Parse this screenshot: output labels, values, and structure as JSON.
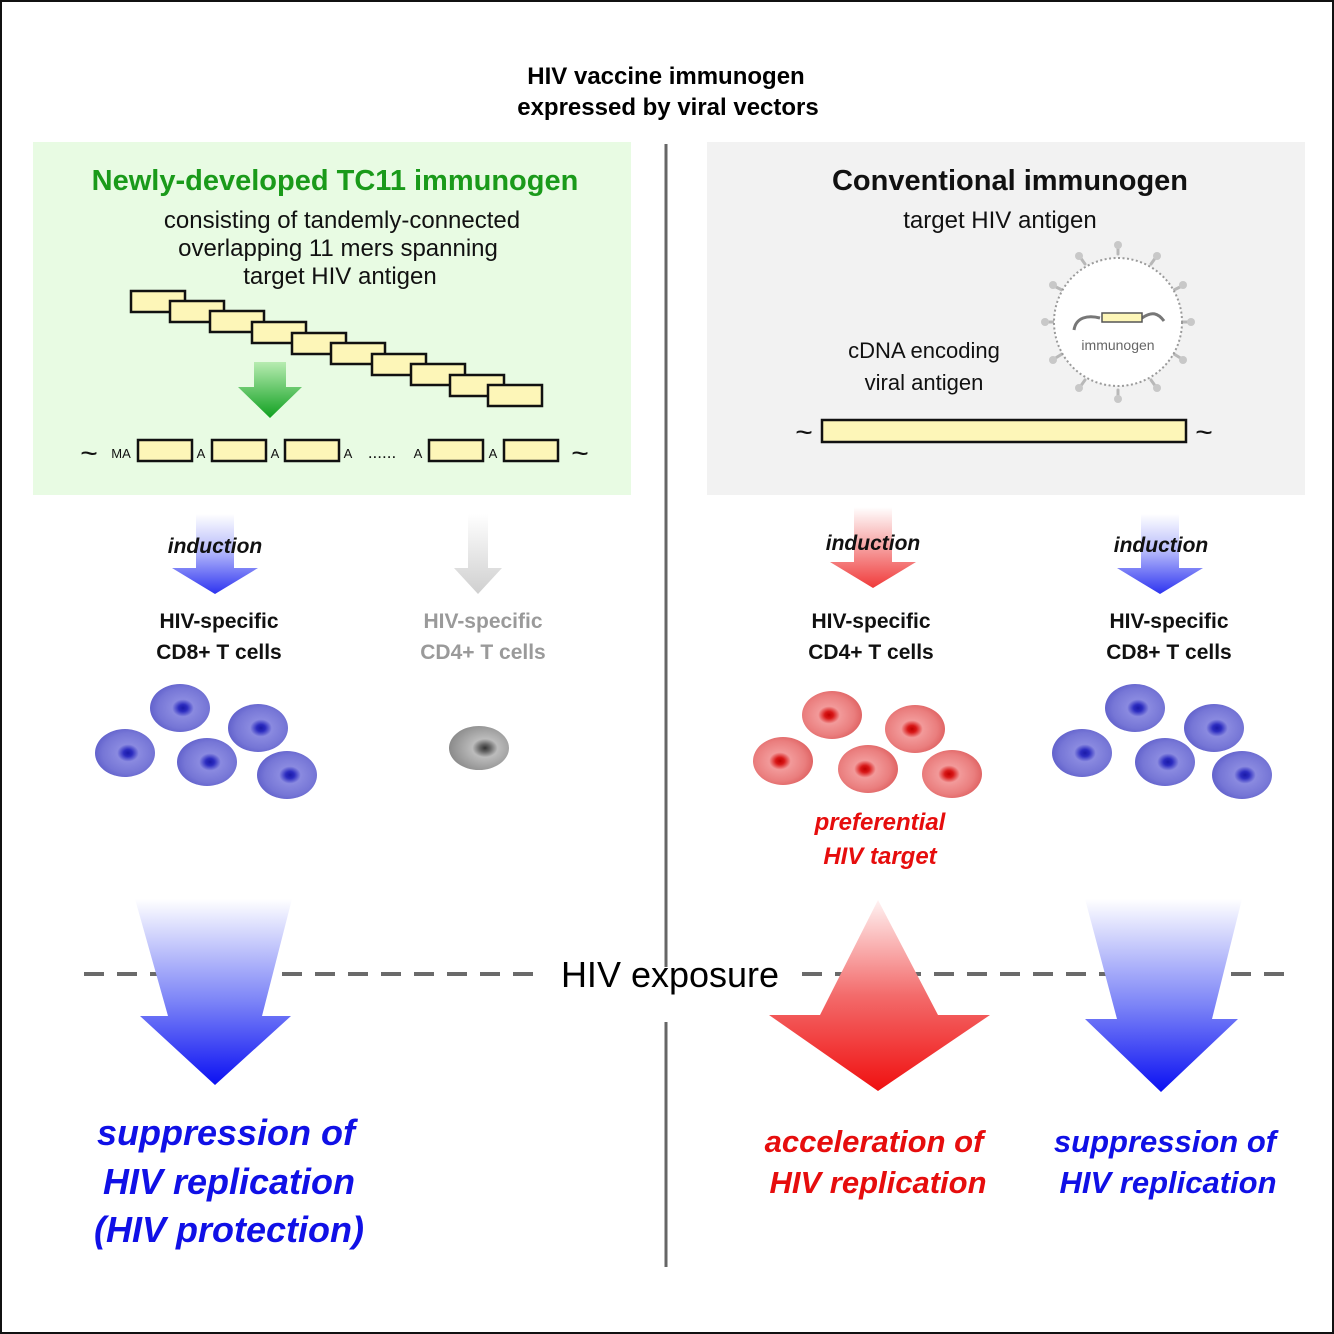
{
  "header": {
    "line1": "HIV vaccine immunogen",
    "line2": "expressed by viral vectors"
  },
  "left_panel": {
    "title": "Newly-developed TC11 immunogen",
    "desc_line1": "consisting of tandemly-connected",
    "desc_line2": "overlapping 11 mers spanning",
    "desc_line3": "target HIV antigen",
    "seq_start": "MA",
    "linker": "A",
    "ellipsis": "......",
    "tilde": "~",
    "panel_color": "#e8fbe3",
    "title_color": "#1a9a1a"
  },
  "right_panel": {
    "title": "Conventional immunogen",
    "subtitle": "target HIV antigen",
    "cdna_line1": "cDNA encoding",
    "cdna_line2": "viral antigen",
    "virus_label": "immunogen",
    "tilde": "~",
    "panel_color": "#f2f2f2"
  },
  "induction_label": "induction",
  "cell_groups": {
    "left_cd8": {
      "line1": "HIV-specific",
      "line2": "CD8+ T cells"
    },
    "left_cd4": {
      "line1": "HIV-specific",
      "line2": "CD4+ T cells"
    },
    "right_cd4": {
      "line1": "HIV-specific",
      "line2": "CD4+ T cells"
    },
    "right_cd8": {
      "line1": "HIV-specific",
      "line2": "CD8+ T cells"
    }
  },
  "preferential": {
    "line1": "preferential",
    "line2": "HIV target"
  },
  "exposure_label": "HIV exposure",
  "outcomes": {
    "left": {
      "line1": "suppression of",
      "line2": "HIV replication",
      "line3": "(HIV protection)"
    },
    "right_red": {
      "line1": "acceleration of",
      "line2": "HIV replication"
    },
    "right_blue": {
      "line1": "suppression of",
      "line2": "HIV replication"
    }
  },
  "colors": {
    "blue_text": "#1010e6",
    "red_text": "#e60d0d",
    "grey_text": "#9a9a9a",
    "yellow_box": "#fdf6b8"
  }
}
